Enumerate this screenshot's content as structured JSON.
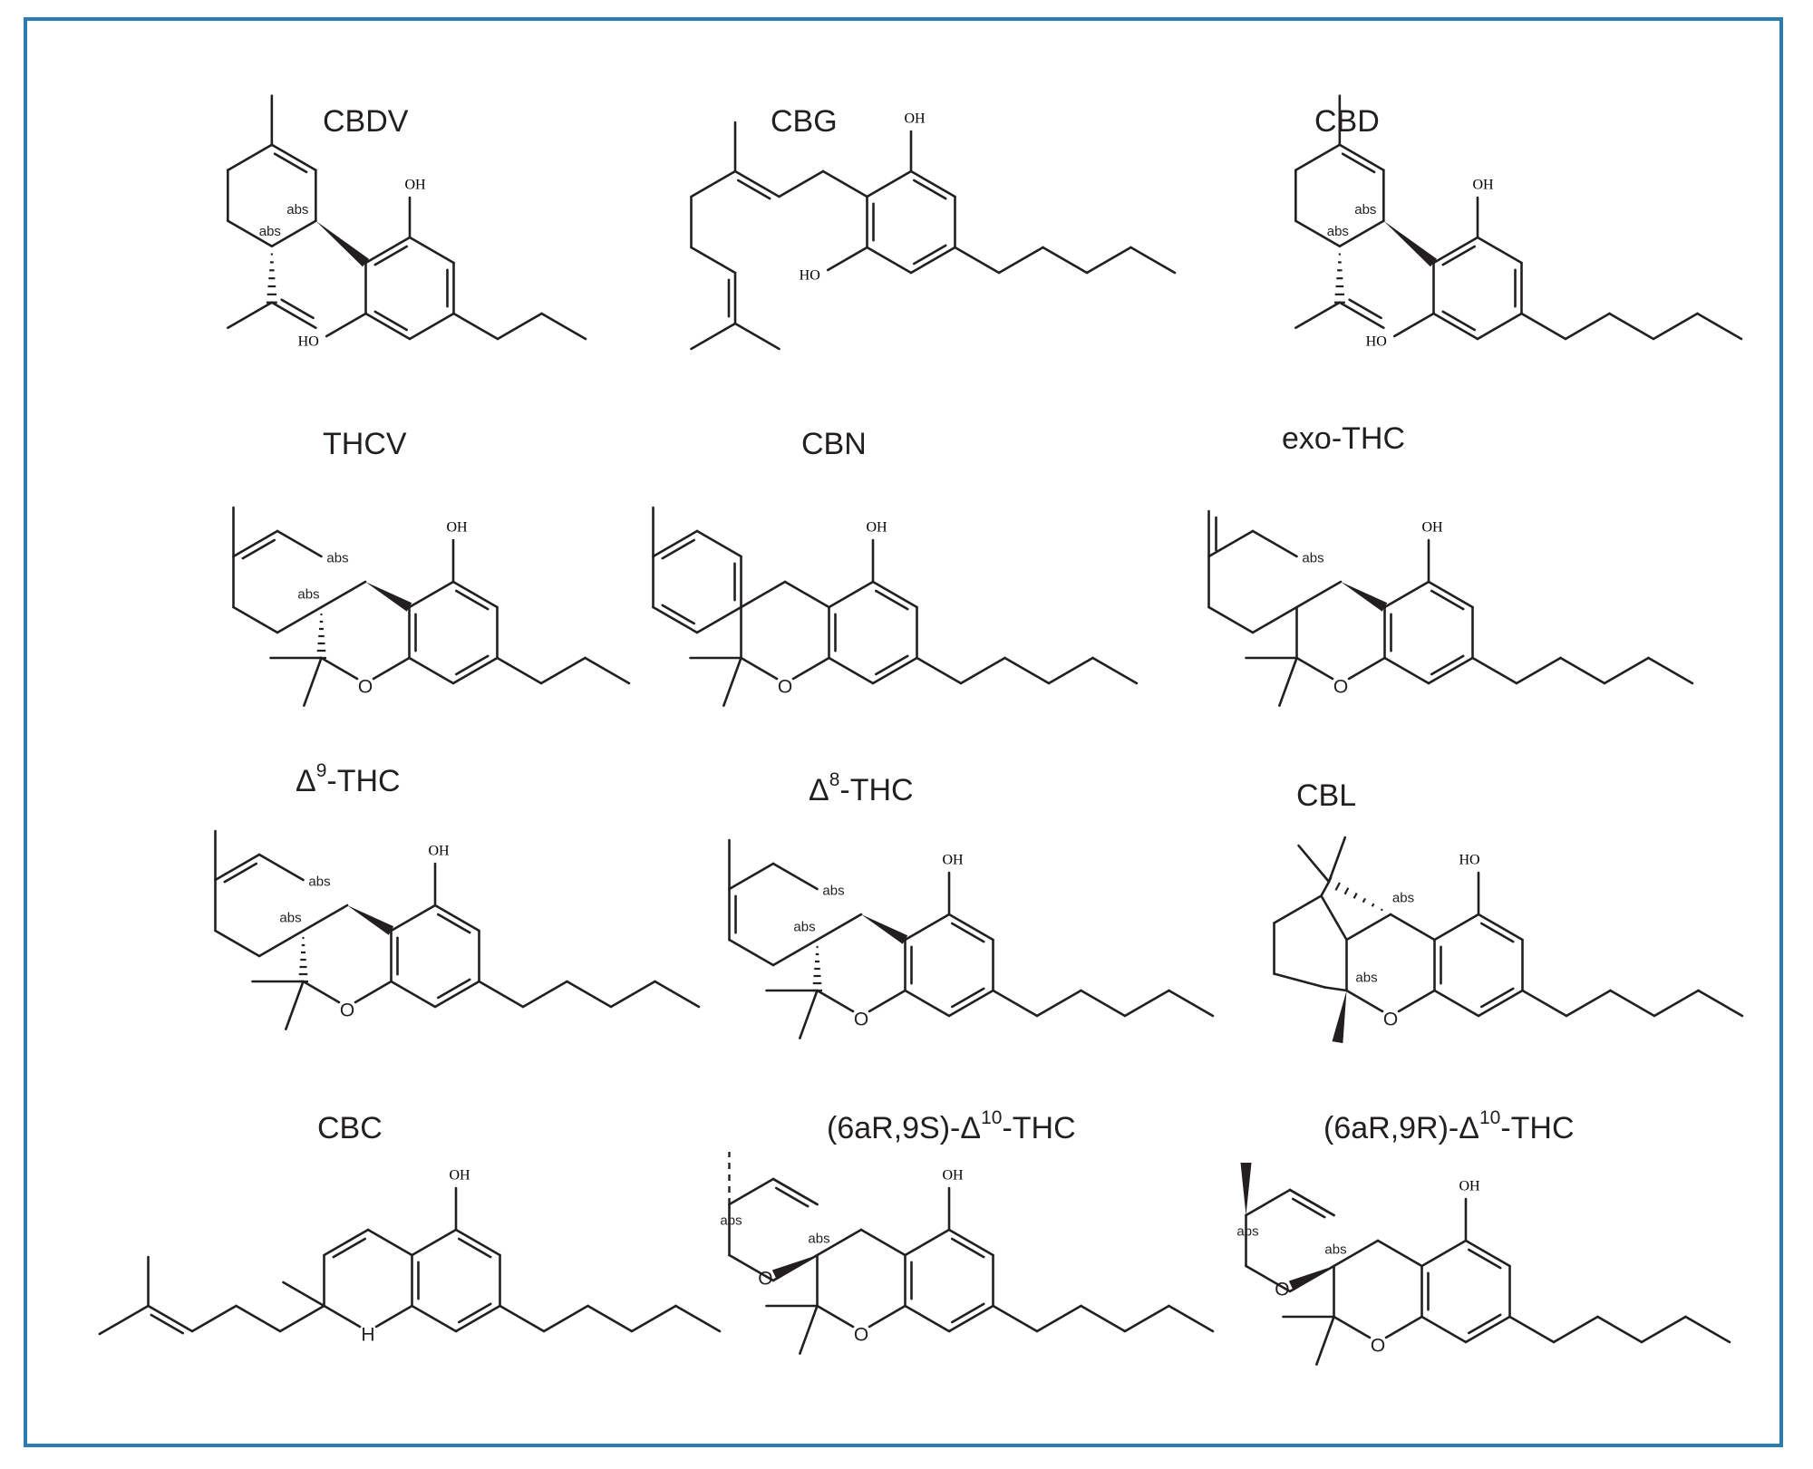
{
  "frame": {
    "border_color": "#2b7cb3"
  },
  "molecules": [
    {
      "id": "cbdv",
      "name": "CBDV"
    },
    {
      "id": "cbg",
      "name": "CBG"
    },
    {
      "id": "cbd",
      "name": "CBD"
    },
    {
      "id": "thcv",
      "name": "THCV"
    },
    {
      "id": "cbn",
      "name": "CBN"
    },
    {
      "id": "exo_thc",
      "name": "exo-THC"
    },
    {
      "id": "d9_thc",
      "name_prefix": "Δ",
      "name_sup": "9",
      "name_suffix": "-THC"
    },
    {
      "id": "d8_thc",
      "name_prefix": "Δ",
      "name_sup": "8",
      "name_suffix": "-THC"
    },
    {
      "id": "cbl",
      "name": "CBL"
    },
    {
      "id": "cbc",
      "name": "CBC"
    },
    {
      "id": "d10_thc_9s",
      "name_prefix": "(6aR,9S)-Δ",
      "name_sup": "10",
      "name_suffix": "-THC"
    },
    {
      "id": "d10_thc_9r",
      "name_prefix": "(6aR,9R)-Δ",
      "name_sup": "10",
      "name_suffix": "-THC"
    }
  ],
  "labels": {
    "hydroxyl": "OH",
    "hydroxyl_left": "HO",
    "oxygen": "O",
    "hydrogen": "H",
    "stereo": "abs"
  }
}
